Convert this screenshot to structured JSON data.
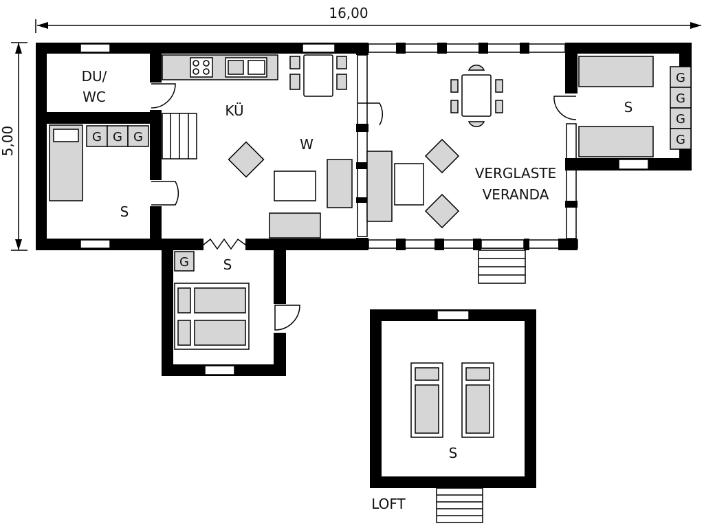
{
  "dimensions": {
    "width": "16,00",
    "height": "5,00"
  },
  "rooms": {
    "bathroom_line1": "DU/",
    "bathroom_line2": "WC",
    "kitchen": "KÜ",
    "living": "W",
    "bedroom_left": "S",
    "bedroom_lower": "S",
    "bedroom_right": "S",
    "veranda_line1": "VERGLASTE",
    "veranda_line2": "VERANDA",
    "loft_bedroom": "S",
    "loft": "LOFT"
  },
  "bed_marker": "G",
  "colors": {
    "wall": "#000000",
    "furniture": "#d6d6d6"
  }
}
